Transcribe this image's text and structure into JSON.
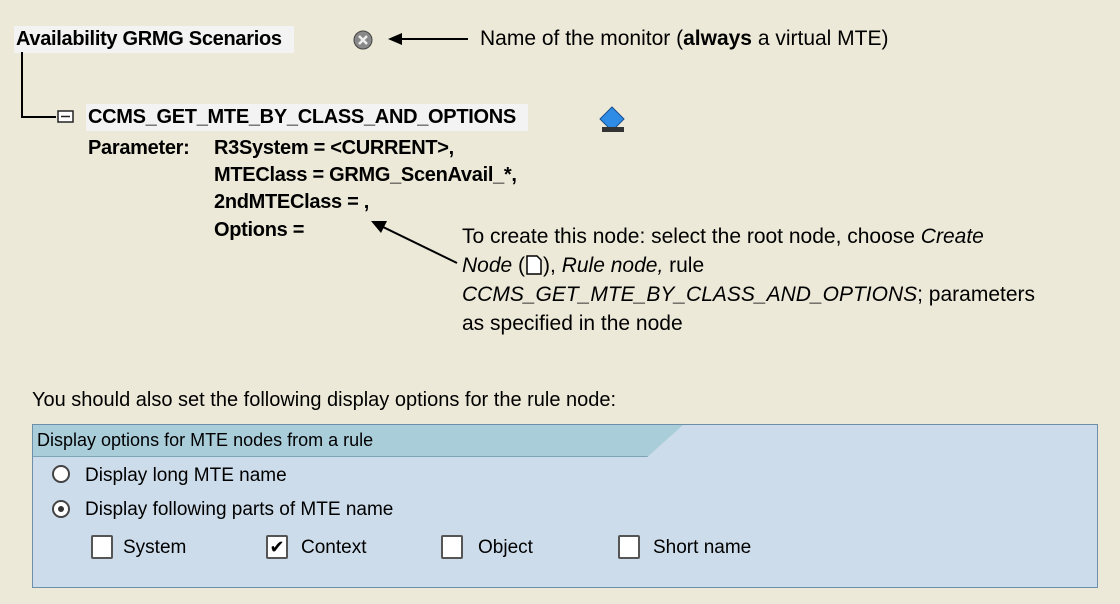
{
  "monitor": {
    "title": "Availability GRMG Scenarios",
    "annotation_prefix": "Name of the monitor (",
    "annotation_bold": "always",
    "annotation_suffix": " a virtual MTE)"
  },
  "rule_node": {
    "name": "CCMS_GET_MTE_BY_CLASS_AND_OPTIONS",
    "param_label": "Parameter:",
    "params": [
      "R3System = <CURRENT>,",
      "MTEClass = GRMG_ScenAvail_*,",
      "2ndMTEClass = ,",
      "Options ="
    ]
  },
  "instructions": {
    "l1": "To create this node: select the root node, choose ",
    "l1_it": "Create",
    "l2_it": "Node",
    "l2_a": " (",
    "l2_b": "), ",
    "l2_it2": "Rule node,",
    "l2_c": " rule",
    "l3_it": "CCMS_GET_MTE_BY_CLASS_AND_OPTIONS",
    "l3_b": "; parameters",
    "l4": "as specified in the node"
  },
  "intro": "You should also set the following display options for the rule node:",
  "panel": {
    "title": "Display options for MTE nodes from a rule",
    "radios": [
      {
        "label": "Display long MTE name",
        "selected": false
      },
      {
        "label": "Display following parts of MTE name",
        "selected": true
      }
    ],
    "checkboxes": [
      {
        "label": "System",
        "checked": false
      },
      {
        "label": "Context",
        "checked": true
      },
      {
        "label": "Object",
        "checked": false
      },
      {
        "label": "Short name",
        "checked": false
      }
    ]
  }
}
